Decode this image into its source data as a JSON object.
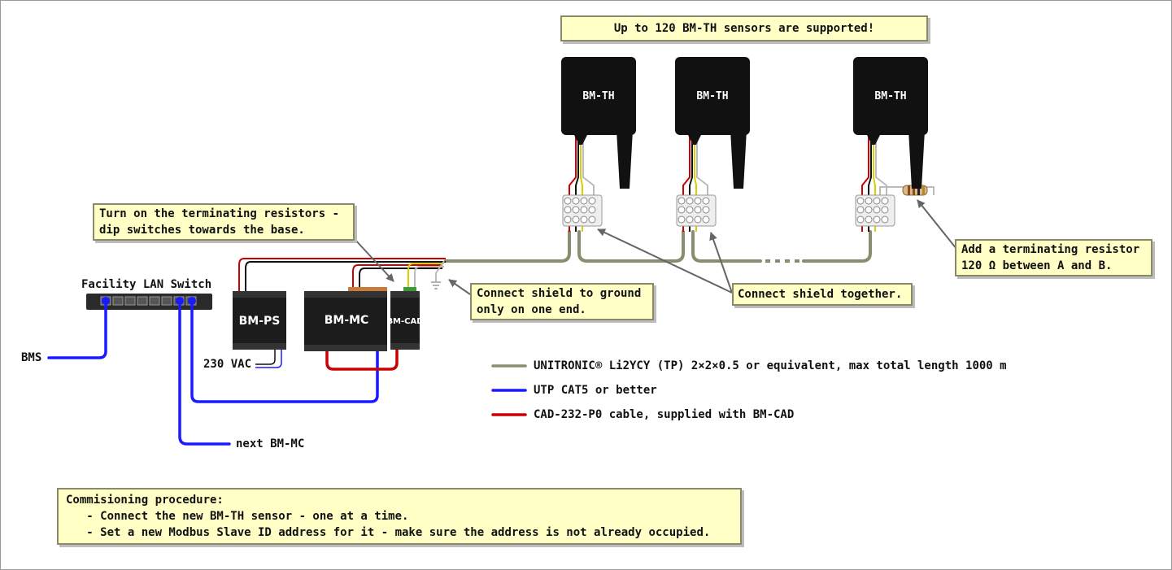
{
  "notes": {
    "sensor_limit": "Up to 120 BM-TH sensors are supported!",
    "terminating_dip": "Turn on the terminating resistors -\ndip switches towards the base.",
    "shield_ground": "Connect shield to ground\nonly on one end.",
    "shield_together": "Connect shield together.",
    "terminating_resistor": "Add a terminating resistor\n120 Ω between A and B.",
    "procedure": "Commisioning procedure:\n   - Connect the new BM-TH sensor - one at a time.\n   - Set a new Modbus Slave ID address for it - make sure the address is not already occupied."
  },
  "labels": {
    "lan_switch": "Facility LAN Switch",
    "bms": "BMS",
    "vac": "230 VAC",
    "next_mc": "next BM-MC"
  },
  "devices": {
    "ps": "BM-PS",
    "mc": "BM-MC",
    "cad": "BM-CAD",
    "sensors": [
      "BM-TH",
      "BM-TH",
      "BM-TH"
    ]
  },
  "legend": [
    {
      "label": "UNITRONIC® Li2YCY (TP) 2×2×0.5 or equivalent, max total length 1000 m",
      "color": "#8c8c70"
    },
    {
      "label": "UTP CAT5 or better",
      "color": "#1a1aff"
    },
    {
      "label": "CAD-232-P0 cable, supplied with BM-CAD",
      "color": "#cc0000"
    }
  ],
  "colors": {
    "bus_cable": "#8c8c70",
    "utp": "#1a1aff",
    "cad_cable": "#cc0000",
    "note_fill": "#ffffc6",
    "device": "#1c1c1c"
  }
}
